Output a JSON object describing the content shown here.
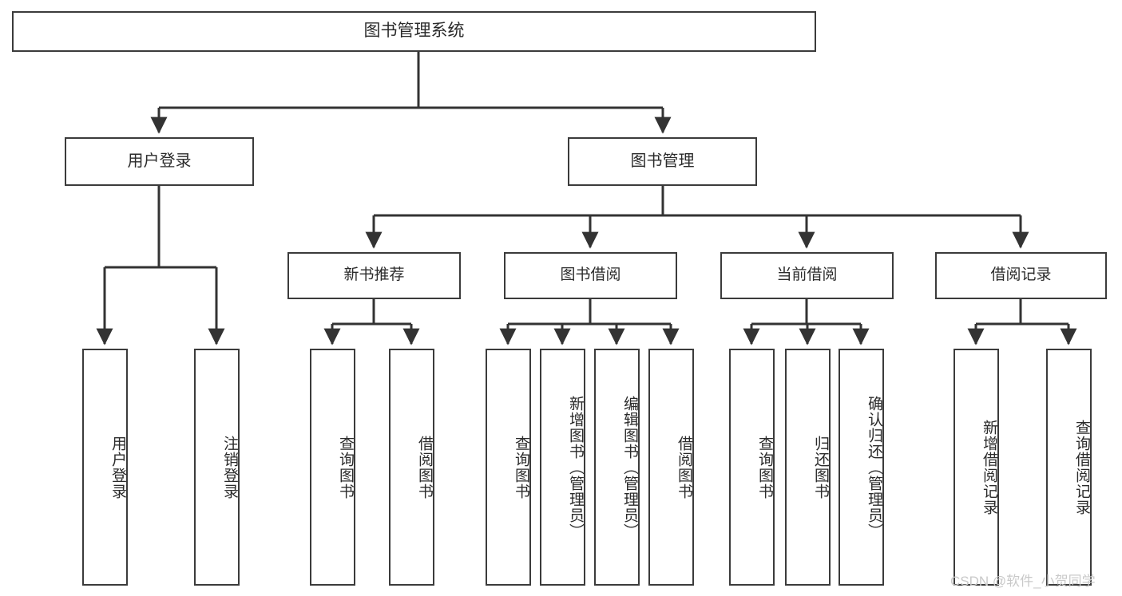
{
  "diagram": {
    "title": "图书管理系统",
    "type": "tree-hierarchy-chart",
    "colors": {
      "box_border": "#3b3b3b",
      "box_fill": "#ffffff",
      "connector": "#333333",
      "text": "#2b2b2b",
      "watermark": "#c9c9c9",
      "background": "#ffffff"
    },
    "root": {
      "label": "图书管理系统"
    },
    "level2": [
      {
        "label": "用户登录"
      },
      {
        "label": "图书管理"
      }
    ],
    "level3": [
      {
        "label": "新书推荐"
      },
      {
        "label": "图书借阅"
      },
      {
        "label": "当前借阅"
      },
      {
        "label": "借阅记录"
      }
    ],
    "leaves": {
      "user_login": [
        {
          "label": "用户登录"
        },
        {
          "label": "注销登录"
        }
      ],
      "new_book_recommend": [
        {
          "label": "查询图书"
        },
        {
          "label": "借阅图书"
        }
      ],
      "book_borrow": [
        {
          "label": "查询图书"
        },
        {
          "label": "新增图书（管理员）"
        },
        {
          "label": "编辑图书（管理员）"
        },
        {
          "label": "借阅图书"
        }
      ],
      "current_borrow": [
        {
          "label": "查询图书"
        },
        {
          "label": "归还图书"
        },
        {
          "label": "确认归还（管理员）"
        }
      ],
      "borrow_record": [
        {
          "label": "新增借阅记录"
        },
        {
          "label": "查询借阅记录"
        }
      ]
    }
  },
  "watermark": {
    "text": "CSDN @软件_小贺同学"
  }
}
